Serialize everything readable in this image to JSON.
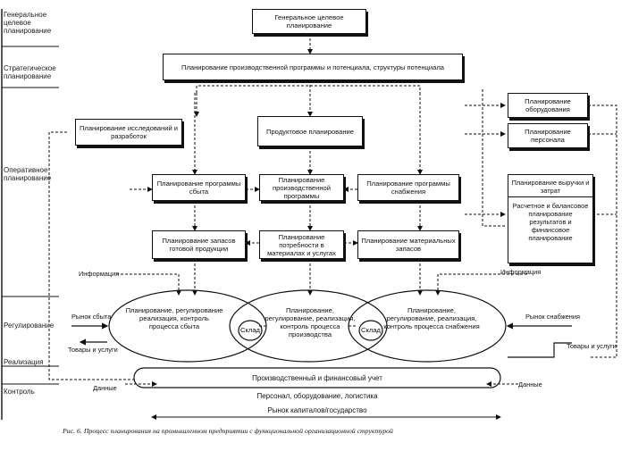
{
  "levels": {
    "general": "Генеральное целевое планирование",
    "strategic": "Стратегическое планирование",
    "operative": "Оперативное планирование",
    "regulation": "Регулирование",
    "realization": "Реализация",
    "control": "Контроль"
  },
  "boxes": {
    "general_target": "Генеральное целевое планирование",
    "strategic_program": "Планирование производственной программы и потенциала, структуры потенциала",
    "rnd": "Планирование исследований и разработок",
    "product": "Продуктовое планирование",
    "sales_program": "Планирование программы сбыта",
    "production_program": "Планирование производственной программы",
    "supply_program": "Планирование программы снабжения",
    "finished_stock": "Планирование запасов готовой продукции",
    "material_needs": "Планирование потребности в материалах и услугах",
    "material_stock": "Планирование материальных запасов",
    "investment": "Планирование оборудования",
    "personnel": "Планирование персонала",
    "cost_revenue_title": "Планирование выручки и затрат",
    "cost_revenue_body": "Расчетное и балансовое планирование результатов и финансовое планирование"
  },
  "labels": {
    "information_left": "Информация",
    "information_right": "Информация",
    "sales_market": "Рынок сбыта",
    "supply_market": "Рынок снабжения",
    "goods_services_left": "Товары и услуги",
    "goods_services_right": "Товары и услуги",
    "data_left": "Данные",
    "data_right": "Данные"
  },
  "ellipses": {
    "sales": "Планирование, регулирование реализация, контроль процесса сбыта",
    "production": "Планирование, регулирование, реализация, контроль процесса производства",
    "supply": "Планирование, регулирование, реализация, контроль процесса снабжения",
    "warehouse_left": "Склад",
    "warehouse_right": "Склад"
  },
  "bottom": {
    "accounting": "Производственный и финансовый учет",
    "resources": "Персонал, оборудование, логистика",
    "capital_market": "Рынок капиталов/государство"
  },
  "caption": "Рис. 6. Процесс планирования на промышленном предприятии с функциональной организационной структурой"
}
